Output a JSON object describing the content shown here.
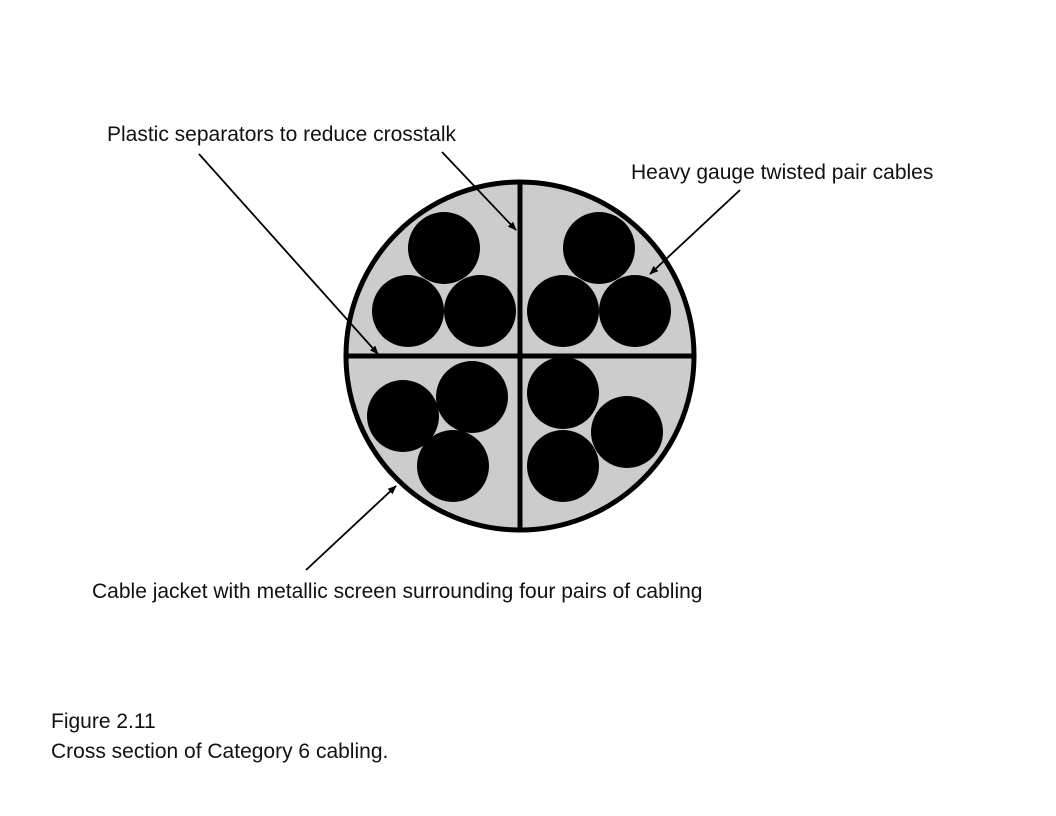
{
  "colors": {
    "jacket_fill": "#cccccc",
    "outline": "#000000",
    "conductor": "#000000",
    "text": "#111111"
  },
  "labels": {
    "separators": "Plastic separators to reduce crosstalk",
    "twisted_pairs": "Heavy gauge twisted pair cables",
    "jacket": "Cable jacket with metallic screen surrounding four pairs of cabling"
  },
  "caption": {
    "number": "Figure 2.11",
    "text": "Cross section of Category 6 cabling."
  }
}
